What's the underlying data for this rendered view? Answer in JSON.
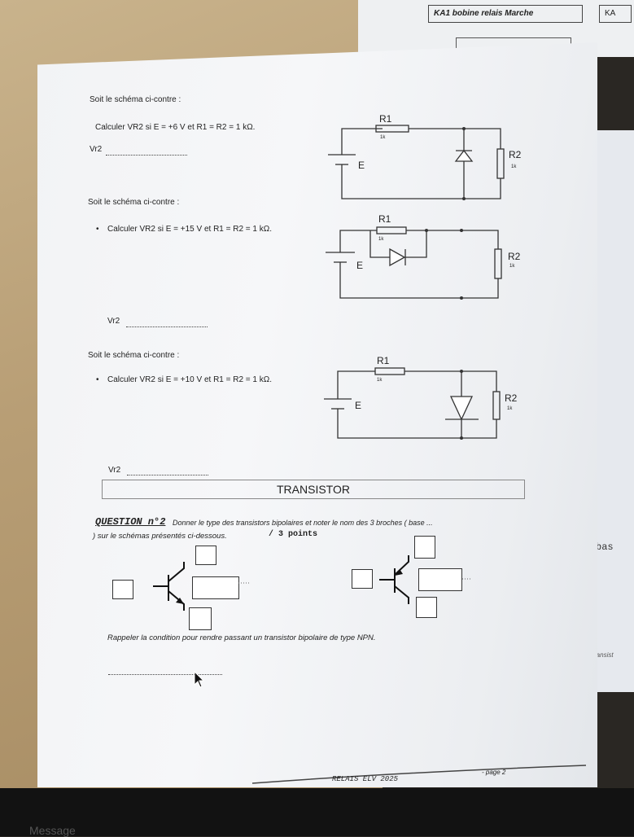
{
  "background": {
    "label_left": "KA1 bobine relais Marche",
    "label_right": "KA",
    "side_text_1": "bas",
    "side_text_2": "ransist"
  },
  "page": {
    "q1": {
      "intro": "Soit le schéma ci-contre :",
      "statement": "Calculer VR2  si E = +6 V et R1 = R2 = 1 kΩ.",
      "answer_label": "Vr2"
    },
    "q2": {
      "intro": "Soit le schéma ci-contre :",
      "statement": "Calculer VR2 si E = +15 V et R1 = R2 = 1 kΩ.",
      "answer_label": "Vr2"
    },
    "q3": {
      "intro": "Soit le schéma ci-contre :",
      "statement": "Calculer VR2 si E = +10 V et R1 = R2 = 1 kΩ.",
      "answer_label": "Vr2"
    },
    "circuit_labels": {
      "r1": "R1",
      "r2": "R2",
      "e": "E",
      "k": "1k"
    },
    "section_title": "TRANSISTOR",
    "question2": {
      "label": "QUESTION n°2",
      "text_a": " Donner le type des transistors bipolaires et noter le nom des 3 broches  ( base ...",
      "text_b": ") sur le schémas présentés ci-dessous.",
      "points": "/ 3 points"
    },
    "recall": "Rappeler la condition pour rendre passant un transistor bipolaire de type NPN.",
    "footer_left": "RELAIS ELV 2025",
    "footer_right": "- page  2"
  },
  "screen": {
    "message_label": "Message"
  }
}
